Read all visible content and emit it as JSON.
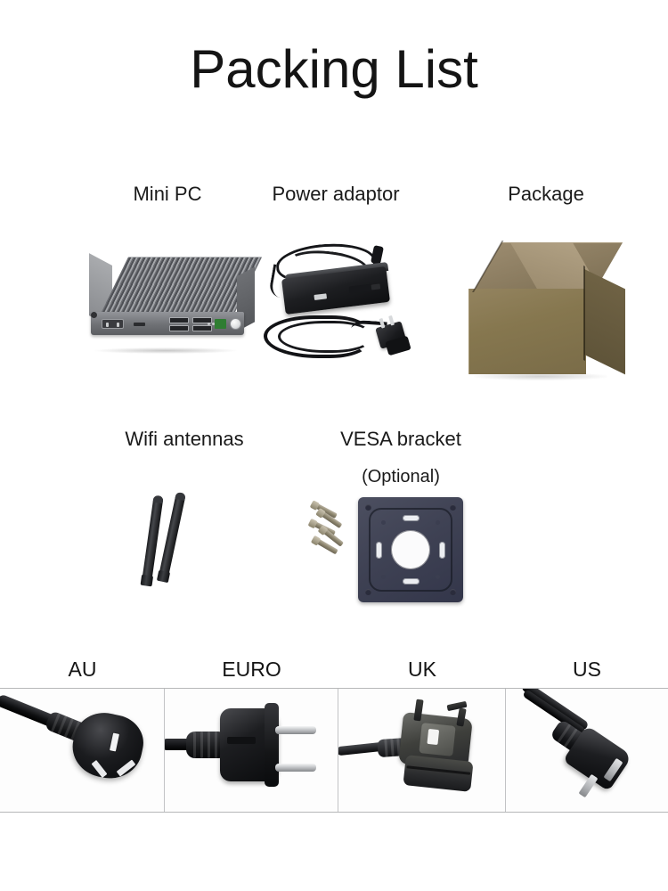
{
  "page": {
    "title": "Packing List",
    "background_color": "#ffffff",
    "text_color": "#141414"
  },
  "rows": [
    {
      "row_id": "row-1",
      "items": [
        {
          "label": "Mini PC",
          "icon": "mini-pc-image",
          "sublabel": ""
        },
        {
          "label": "Power adaptor",
          "icon": "power-adaptor-image",
          "sublabel": ""
        },
        {
          "label": "Package",
          "icon": "cardboard-box-image",
          "sublabel": ""
        }
      ]
    },
    {
      "row_id": "row-2",
      "items": [
        {
          "label": "Wifi antennas",
          "icon": "wifi-antennas-image",
          "sublabel": ""
        },
        {
          "label": "VESA bracket",
          "icon": "vesa-bracket-image",
          "sublabel": "(Optional)"
        }
      ]
    }
  ],
  "plug_strip": {
    "border_color": "#b6b7b9",
    "divider_color": "#c2c3c5",
    "plugs": [
      {
        "label": "AU",
        "icon": "au-power-plug-image"
      },
      {
        "label": "EURO",
        "icon": "euro-power-plug-image"
      },
      {
        "label": "UK",
        "icon": "uk-power-plug-image"
      },
      {
        "label": "US",
        "icon": "us-power-plug-image"
      }
    ]
  }
}
